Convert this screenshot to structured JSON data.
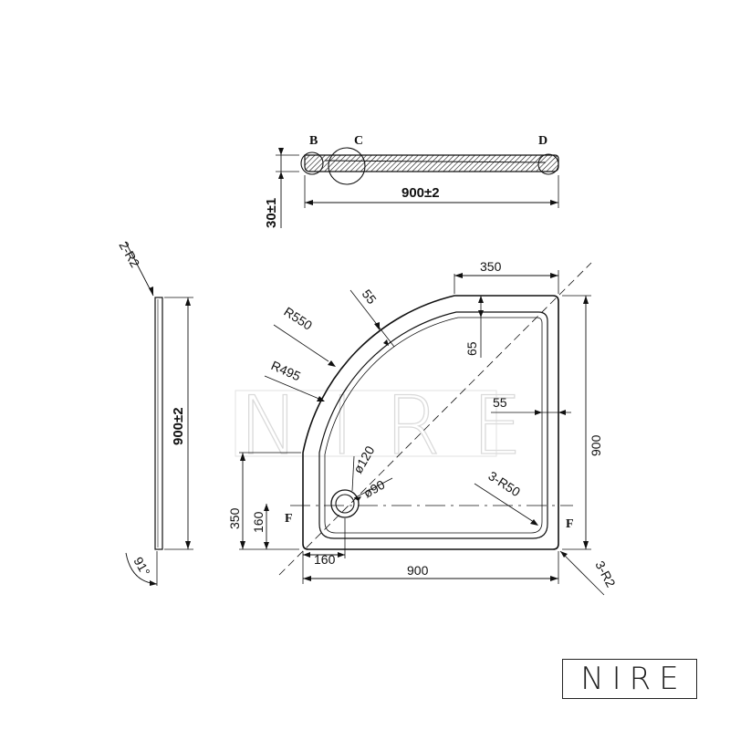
{
  "watermark": "NIRE",
  "logo": "NIRE",
  "side_view": {
    "labels": {
      "b": "B",
      "c": "C",
      "d": "D"
    },
    "height_dim": "30±1",
    "width_dim": "900±2"
  },
  "front_view": {
    "corner_radius": "2-R2",
    "height_dim": "900±2",
    "angle": "91°"
  },
  "plan_view": {
    "top_offset": "350",
    "rim_width_top": "55",
    "outer_radius": "R550",
    "inner_radius": "R495",
    "depth_65": "65",
    "rim_width_right": "55",
    "hole_outer": "ø120",
    "hole_inner": "ø90",
    "right_height": "900",
    "inner_corner_radius": "3-R50",
    "outer_corner_radius": "3-R2",
    "left_height_350": "350",
    "left_height_160": "160",
    "bottom_160": "160",
    "bottom_900": "900",
    "section_left": "F",
    "section_right": "F"
  }
}
